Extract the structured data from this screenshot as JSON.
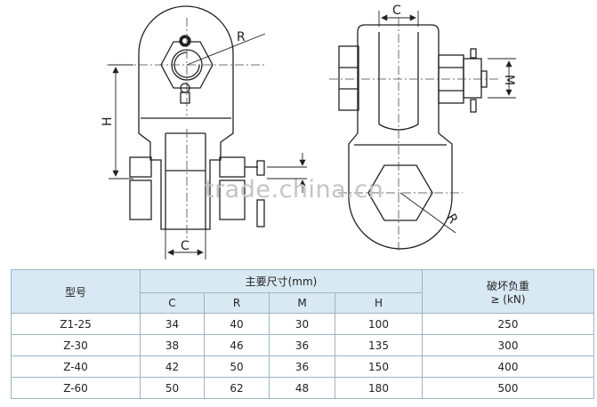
{
  "diagram": {
    "dimension_labels": {
      "c_top": "C",
      "r_left": "R",
      "h_left": "H",
      "c_bottom": "C",
      "m_right": "M",
      "r_right": "R"
    },
    "watermark": "trade.china.cn"
  },
  "table": {
    "header_model": "型号",
    "header_main_dims": "主要尺寸(mm)",
    "header_load_line1": "破坏负重",
    "header_load_line2": "≥ (kN)",
    "sub_headers": [
      "C",
      "R",
      "M",
      "H"
    ],
    "rows": [
      {
        "model": "Z1-25",
        "C": "34",
        "R": "40",
        "M": "30",
        "H": "100",
        "load": "250"
      },
      {
        "model": "Z-30",
        "C": "38",
        "R": "46",
        "M": "36",
        "H": "135",
        "load": "300"
      },
      {
        "model": "Z-40",
        "C": "42",
        "R": "50",
        "M": "36",
        "H": "150",
        "load": "400"
      },
      {
        "model": "Z-60",
        "C": "50",
        "R": "62",
        "M": "48",
        "H": "180",
        "load": "500"
      }
    ]
  }
}
